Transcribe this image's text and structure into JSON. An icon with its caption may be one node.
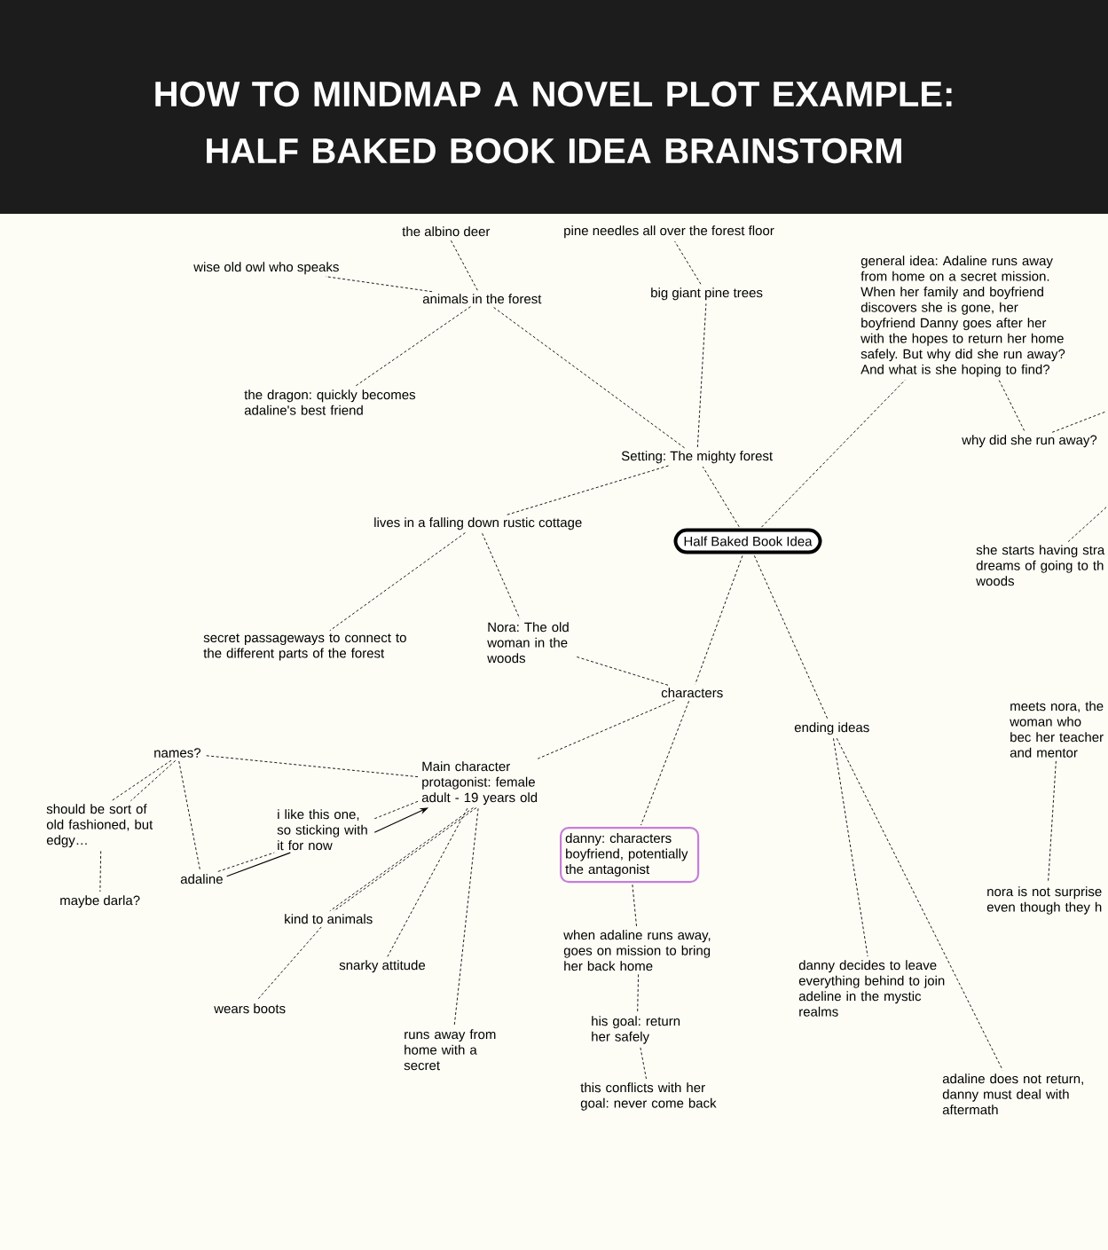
{
  "diagram": {
    "title": "HOW TO MINDMAP A NOVEL PLOT EXAMPLE: HALF BAKED BOOK IDEA BRAINSTORM",
    "nodes": [
      {
        "text": [
          "Half Baked Book Idea"
        ]
      },
      {
        "text": [
          "Setting: The mighty forest"
        ]
      },
      {
        "text": [
          "animals in the forest"
        ]
      },
      {
        "text": [
          "the albino deer"
        ]
      },
      {
        "text": [
          "wise old owl who speaks"
        ]
      },
      {
        "text": [
          "the dragon: quickly becomes adaline's best friend"
        ]
      },
      {
        "text": [
          "pine needles all over the forest floor"
        ]
      },
      {
        "text": [
          "big giant pine trees"
        ]
      },
      {
        "text": [
          "general idea: Adaline runs away from home on a secret mission. When her family and boyfriend discovers she is gone, her boyfriend Danny goes after her with the hopes to return her home safely. But why did she run away? And what is she hoping to find?"
        ]
      },
      {
        "text": [
          "why did she run away?"
        ]
      },
      {
        "text": [
          "she starts having stra dreams of going to th woods"
        ]
      },
      {
        "text": [
          "lives in a falling down rustic cottage"
        ]
      },
      {
        "text": [
          "secret passageways to connect to the different parts of the forest"
        ]
      },
      {
        "text": [
          "Nora: The old woman in the woods"
        ]
      },
      {
        "text": [
          "characters"
        ]
      },
      {
        "text": [
          "Main character protagonist: female adult - 19 years old"
        ]
      },
      {
        "text": [
          "names?"
        ]
      },
      {
        "text": [
          "should be sort of old fashioned, but edgy…"
        ]
      },
      {
        "text": [
          "maybe darla?"
        ]
      },
      {
        "text": [
          "adaline"
        ]
      },
      {
        "text": [
          "i like this one, so sticking with it for now"
        ]
      },
      {
        "text": [
          "kind to animals"
        ]
      },
      {
        "text": [
          "wears boots"
        ]
      },
      {
        "text": [
          "snarky attitude"
        ]
      },
      {
        "text": [
          "runs away from home with a secret"
        ]
      },
      {
        "text": [
          "danny: characters boyfriend, potentially the antagonist"
        ]
      },
      {
        "text": [
          "when adaline runs away, goes on mission to bring her back home"
        ]
      },
      {
        "text": [
          "his goal: return her safely"
        ]
      },
      {
        "text": [
          "this conflicts with her goal: never come back"
        ]
      },
      {
        "text": [
          "ending ideas"
        ]
      },
      {
        "text": [
          "danny decides to leave everything behind to join adeline in the mystic realms"
        ]
      },
      {
        "text": [
          "adaline does not return, danny must deal with aftermath"
        ]
      },
      {
        "text": [
          "meets nora, the woman who bec her teacher and mentor"
        ]
      },
      {
        "text": [
          "nora is not surprise even though they h"
        ]
      }
    ],
    "edges": [
      {
        "from": 0,
        "to": 1,
        "arrow": "none",
        "style": "dashed"
      },
      {
        "from": 1,
        "to": 2,
        "arrow": "none",
        "style": "dashed"
      },
      {
        "from": 2,
        "to": 3,
        "arrow": "none",
        "style": "dashed"
      },
      {
        "from": 2,
        "to": 4,
        "arrow": "none",
        "style": "dashed"
      },
      {
        "from": 2,
        "to": 5,
        "arrow": "none",
        "style": "dashed"
      },
      {
        "from": 1,
        "to": 7,
        "arrow": "none",
        "style": "dashed"
      },
      {
        "from": 7,
        "to": 6,
        "arrow": "none",
        "style": "dashed"
      },
      {
        "from": 0,
        "to": 8,
        "arrow": "none",
        "style": "dashed"
      },
      {
        "from": 8,
        "to": 9,
        "arrow": "none",
        "style": "dashed"
      },
      {
        "from": 9,
        "to": null,
        "arrow": "none",
        "style": "dashed"
      },
      {
        "from": 10,
        "to": null,
        "arrow": "none",
        "style": "dashed"
      },
      {
        "from": 1,
        "to": 11,
        "arrow": "none",
        "style": "dashed"
      },
      {
        "from": 11,
        "to": 12,
        "arrow": "none",
        "style": "dashed"
      },
      {
        "from": 11,
        "to": 13,
        "arrow": "none",
        "style": "dashed"
      },
      {
        "from": 0,
        "to": 14,
        "arrow": "none",
        "style": "dashed"
      },
      {
        "from": 13,
        "to": 14,
        "arrow": "none",
        "style": "dashed"
      },
      {
        "from": 14,
        "to": 15,
        "arrow": "none",
        "style": "dashed"
      },
      {
        "from": 14,
        "to": 25,
        "arrow": "none",
        "style": "dashed"
      },
      {
        "from": 15,
        "to": 16,
        "arrow": "none",
        "style": "dashed"
      },
      {
        "from": 16,
        "to": 17,
        "arrow": "none",
        "style": "dashed"
      },
      {
        "from": 16,
        "to": 17,
        "arrow": "none",
        "style": "dashed"
      },
      {
        "from": 17,
        "to": 18,
        "arrow": "none",
        "style": "dashed"
      },
      {
        "from": 16,
        "to": 19,
        "arrow": "none",
        "style": "dashed"
      },
      {
        "from": 19,
        "to": 20,
        "arrow": "none",
        "style": "dashed"
      },
      {
        "from": 19,
        "to": 20,
        "arrow": "none"
      },
      {
        "from": 20,
        "to": 15,
        "arrow": "none",
        "style": "dashed"
      },
      {
        "from": 20,
        "to": 15,
        "arrow": "to"
      },
      {
        "from": 15,
        "to": 21,
        "arrow": "none",
        "style": "dashed"
      },
      {
        "from": 15,
        "to": 21,
        "arrow": "none",
        "style": "dashed"
      },
      {
        "from": 15,
        "to": 23,
        "arrow": "none",
        "style": "dashed"
      },
      {
        "from": 15,
        "to": 24,
        "arrow": "none",
        "style": "dashed"
      },
      {
        "from": 21,
        "to": 22,
        "arrow": "none",
        "style": "dashed"
      },
      {
        "from": 25,
        "to": 26,
        "arrow": "none",
        "style": "dashed"
      },
      {
        "from": 26,
        "to": 27,
        "arrow": "none",
        "style": "dashed"
      },
      {
        "from": 27,
        "to": 28,
        "arrow": "none",
        "style": "dashed"
      },
      {
        "from": 0,
        "to": 29,
        "arrow": "none",
        "style": "dashed"
      },
      {
        "from": 29,
        "to": 30,
        "arrow": "none",
        "style": "dashed"
      },
      {
        "from": 29,
        "to": 31,
        "arrow": "none",
        "style": "dashed"
      },
      {
        "from": 32,
        "to": 33,
        "arrow": "none",
        "style": "dashed"
      }
    ]
  }
}
